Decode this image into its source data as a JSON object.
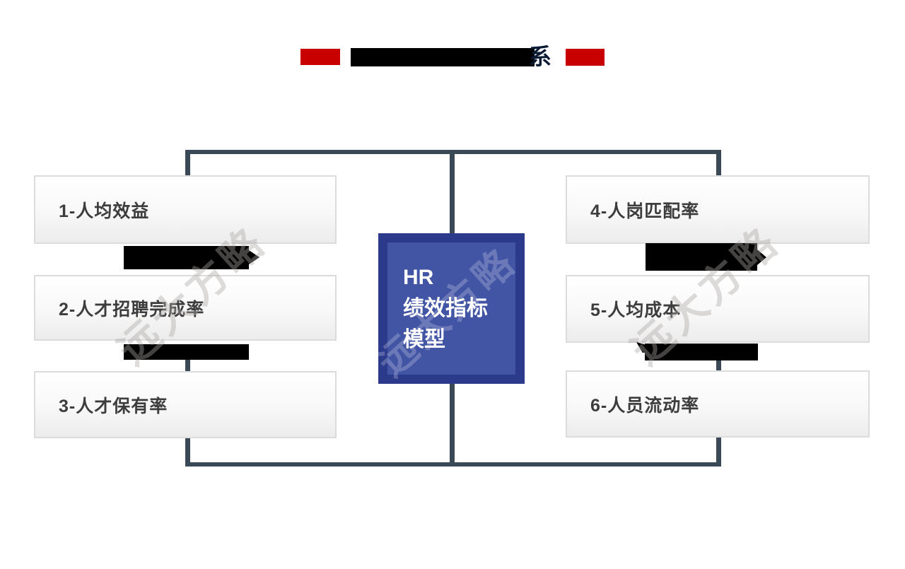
{
  "title": {
    "visible_suffix": "系",
    "redacted": true,
    "accent_color": "#c90000",
    "text_color": "#0a1a33"
  },
  "center_box": {
    "lines": [
      "HR",
      "绩效指标",
      "模型"
    ],
    "outer_color": "#2c3a8c",
    "inner_color": "#4254a4",
    "text_color": "#ffffff"
  },
  "left_items": [
    {
      "label": "1-人均效益"
    },
    {
      "label": "2-人才招聘完成率"
    },
    {
      "label": "3-人才保有率"
    }
  ],
  "right_items": [
    {
      "label": "4-人岗匹配率"
    },
    {
      "label": "5-人均成本"
    },
    {
      "label": "6-人员流动率"
    }
  ],
  "watermark": {
    "text": "远大方略"
  },
  "colors": {
    "connector": "#3b4856",
    "box_border": "#dcdcdc",
    "box_text": "#3d3d3d",
    "redaction": "#000000"
  }
}
